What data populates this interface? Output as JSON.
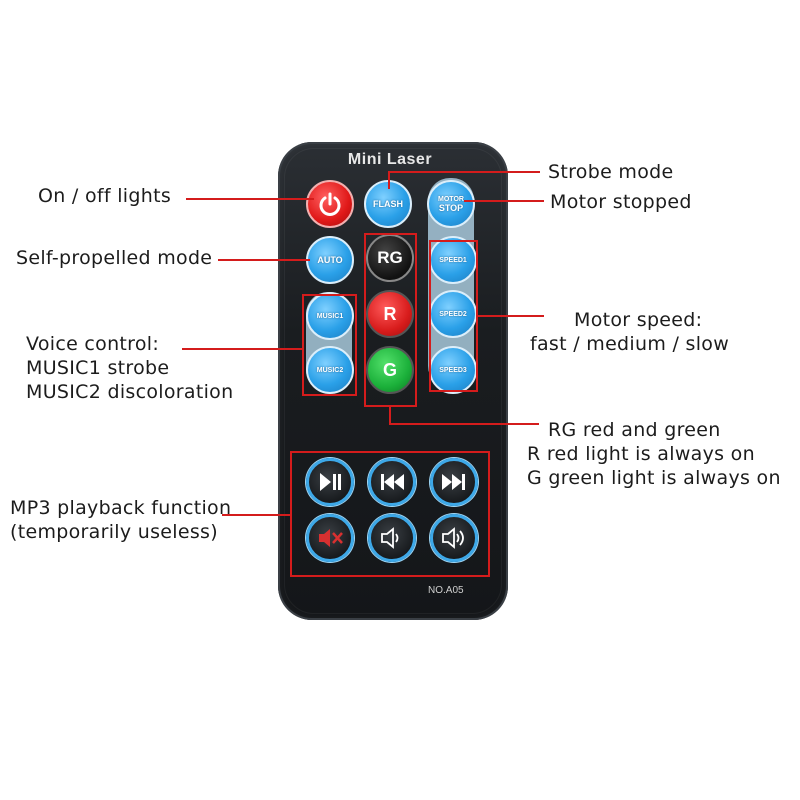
{
  "remote": {
    "brand": "Mini Laser",
    "model": "NO.A05"
  },
  "buttons": {
    "flash": "FLASH",
    "motor_stop_line1": "MOTOR",
    "motor_stop_line2": "STOP",
    "auto": "AUTO",
    "rg": "RG",
    "r": "R",
    "g": "G",
    "speed1": "SPEED1",
    "speed2": "SPEED2",
    "speed3": "SPEED3",
    "music1": "MUSIC1",
    "music2": "MUSIC2"
  },
  "icons": [
    "power-icon",
    "play-pause-icon",
    "previous-icon",
    "next-icon",
    "mute-icon",
    "volume-down-icon",
    "volume-up-icon"
  ],
  "annotations": {
    "on_off": "On / off lights",
    "self_propelled": "Self-propelled mode",
    "voice_1": "Voice control:",
    "voice_2": "MUSIC1 strobe",
    "voice_3": "MUSIC2 discoloration",
    "mp3_1": "MP3 playback function",
    "mp3_2": "(temporarily useless)",
    "strobe": "Strobe mode",
    "motor_stopped": "Motor stopped",
    "motor_speed_1": "Motor speed:",
    "motor_speed_2": "fast / medium / slow",
    "rg_1": "RG red and green",
    "rg_2": "R red light is always on",
    "rg_3": "G green light is always on"
  },
  "colors": {
    "annotation_red": "#d41c1c",
    "button_blue": "#2aa0e8",
    "remote_body": "#1a1d20"
  }
}
